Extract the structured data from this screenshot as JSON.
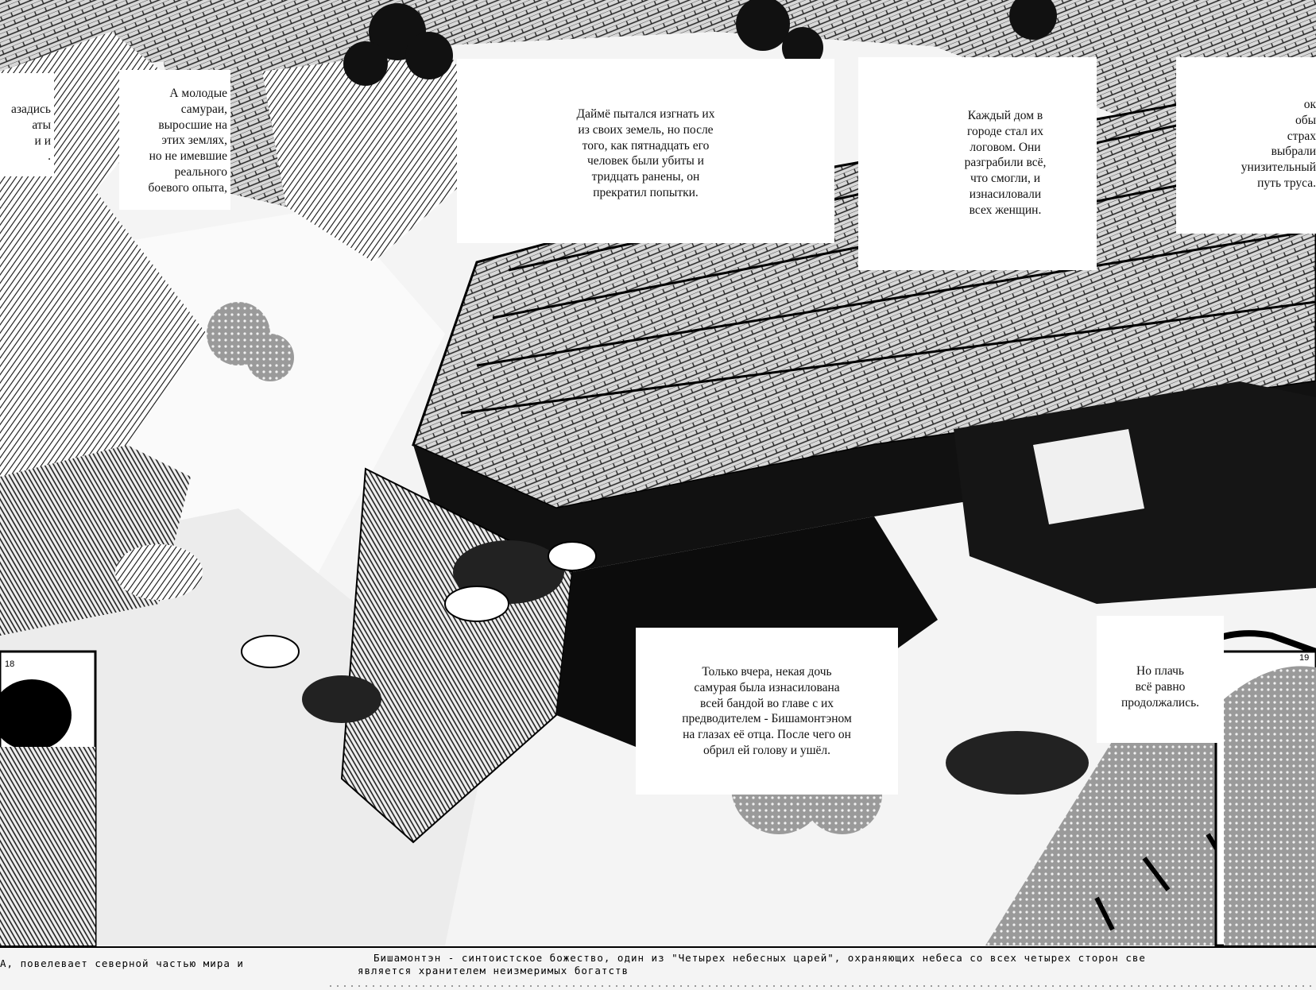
{
  "colors": {
    "ink": "#000000",
    "paper": "#ffffff",
    "tone": "#8a8a8a"
  },
  "caption_left_edge": [
    "азадись",
    "аты",
    "и и",
    "."
  ],
  "caption_young_samurai": [
    "А молодые",
    "самураи,",
    "выросшие на",
    "этих землях,",
    "но не имевшие",
    "реального",
    "боевого опыта,"
  ],
  "caption_daime": [
    "Даймё пытался изгнать их",
    "из своих земель, но после",
    "того, как пятнадцать его",
    "человек были убиты и",
    "тридцать ранены, он",
    "прекратил попытки."
  ],
  "caption_every_house": [
    "Каждый дом в",
    "городе стал их",
    "логовом. Они",
    "разграбили всё,",
    "что смогли, и",
    "изнасиловали",
    "всех женщин."
  ],
  "caption_right_edge": [
    "ок",
    "обы",
    "страх",
    "выбрали",
    "унизительный",
    "путь труса."
  ],
  "caption_yesterday": [
    "Только вчера, некая дочь",
    "самурая была изнасилована",
    "всей бандой во главе с их",
    "предводителем - Бишамонтэном",
    "на глазах её отца. После чего он",
    "обрил ей голову и ушёл."
  ],
  "caption_weeping": [
    "Но плачь",
    "всё равно",
    "продолжались."
  ],
  "page_numbers": {
    "left": "18",
    "right": "19"
  },
  "footnote": {
    "left": "А, повелевает северной частью мира и",
    "right_line1": "Бишамонтэн - синтоистское божество, один из \"Четырех небесных царей\", охраняющих небеса со всех четырех сторон све",
    "right_line2": "является хранителем неизмеримых богатств"
  }
}
